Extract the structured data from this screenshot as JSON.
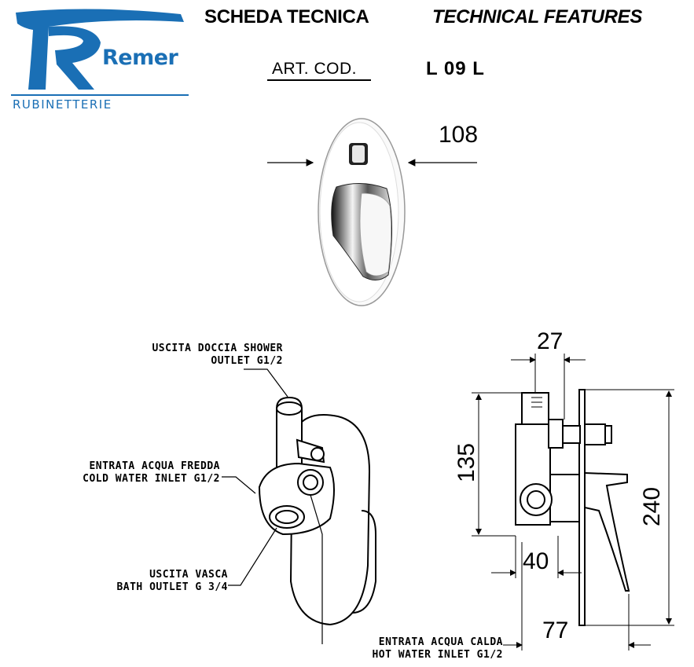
{
  "header": {
    "brand_name": "Remer",
    "brand_sub": "RUBINETTERIE",
    "title_it": "SCHEDA TECNICA",
    "title_en": "TECHNICAL FEATURES",
    "art_cod_label": "ART. COD.",
    "art_code": "L 09 L"
  },
  "dimensions": {
    "plate_width": "108",
    "width_27": "27",
    "height_135": "135",
    "height_240": "240",
    "depth_40": "40",
    "depth_77": "77"
  },
  "labels": {
    "shower_outlet_1": "USCITA DOCCIA SHOWER",
    "shower_outlet_2": "OUTLET  G1/2",
    "cold_inlet_1": "ENTRATA ACQUA FREDDA",
    "cold_inlet_2": "COLD WATER INLET  G1/2",
    "bath_outlet_1": "USCITA VASCA",
    "bath_outlet_2": "BATH OUTLET G 3/4",
    "hot_inlet_1": "ENTRATA ACQUA CALDA",
    "hot_inlet_2": "HOT WATER INLET G1/2"
  },
  "colors": {
    "brand_blue": "#1a6fb5"
  }
}
